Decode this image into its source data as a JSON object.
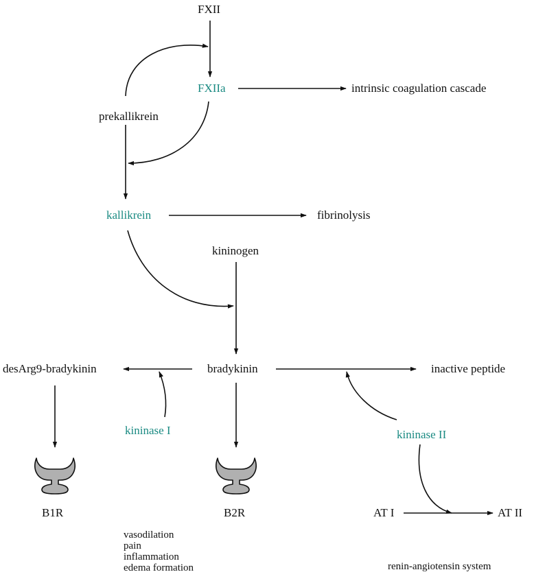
{
  "colors": {
    "enzyme": "#1a8a82",
    "text": "#111111",
    "arrow": "#111111",
    "receptor_fill": "#b0b0b0"
  },
  "nodes": {
    "fxii": "FXII",
    "fxiia": "FXIIa",
    "intrinsic": "intrinsic coagulation cascade",
    "prekallikrein": "prekallikrein",
    "kallikrein": "kallikrein",
    "fibrinolysis": "fibrinolysis",
    "kininogen": "kininogen",
    "bradykinin": "bradykinin",
    "desarg": "desArg9-bradykinin",
    "inactive": "inactive peptide",
    "kininase1": "kininase I",
    "kininase2": "kininase II",
    "b1r": "B1R",
    "b2r": "B2R",
    "at1": "AT I",
    "at2": "AT II",
    "ras": "renin-angiotensin system"
  },
  "effects": [
    "vasodilation",
    "pain",
    "inflammation",
    "edema formation"
  ],
  "receptor_icon": "receptor-icon"
}
